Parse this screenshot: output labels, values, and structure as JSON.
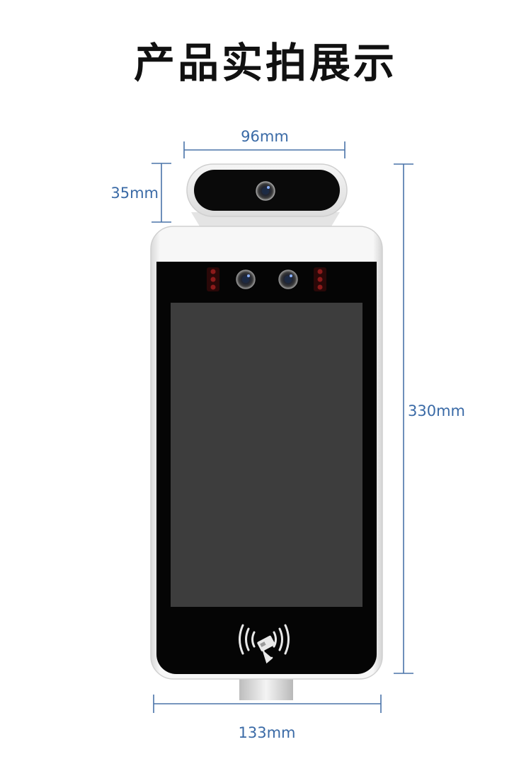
{
  "page": {
    "title": "产品实拍展示"
  },
  "dimensions": {
    "camera_width": "96mm",
    "camera_height": "35mm",
    "device_height": "330mm",
    "device_width": "133mm"
  },
  "colors": {
    "dimension_line": "#4a73a8",
    "dimension_text": "#3a6aa6",
    "title": "#111111",
    "device_body": "#f1f1f1",
    "device_face": "#050505",
    "screen": "#3d3d3d",
    "ir_led": "#8b1a1a"
  },
  "icons": {
    "camera_lens": "camera-lens-icon",
    "ir_led": "ir-led-icon",
    "nfc": "nfc-card-icon"
  }
}
